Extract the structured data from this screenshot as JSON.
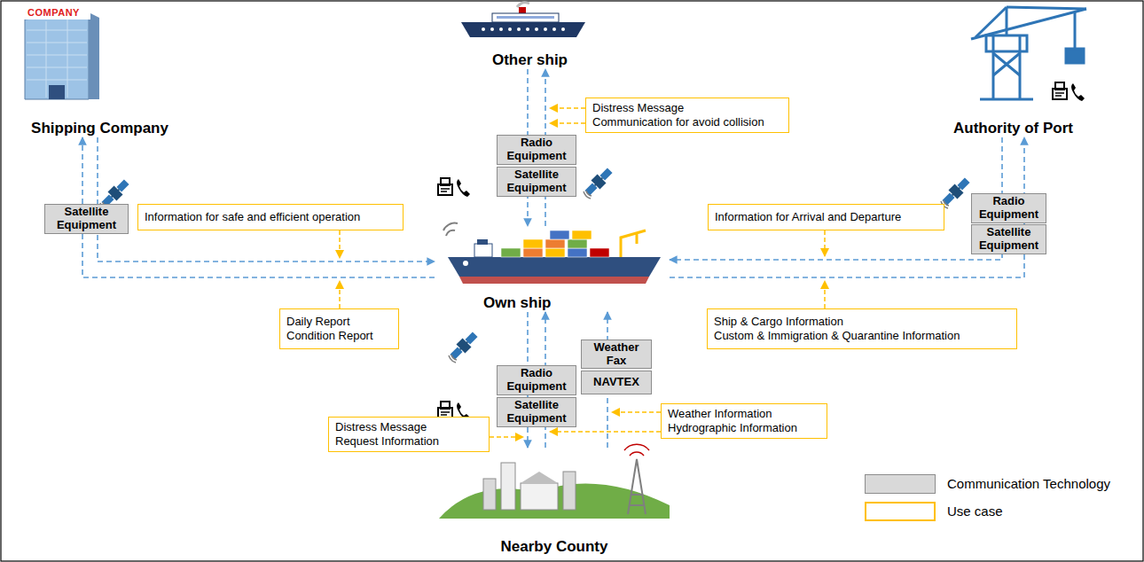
{
  "diagram": {
    "nodes": [
      {
        "text": [
          "Shipping Company"
        ]
      },
      {
        "text": [
          "Other ship"
        ]
      },
      {
        "text": [
          "Authority of Port"
        ]
      },
      {
        "text": [
          "Radio Equipment"
        ]
      },
      {
        "text": [
          "Satellite Equipment"
        ]
      },
      {
        "text": [
          "Distress Message",
          "Communication for avoid collision"
        ]
      },
      {
        "text": [
          "Satellite Equipment"
        ]
      },
      {
        "text": [
          "Information for safe and efficient operation"
        ]
      },
      {
        "text": [
          "Information for Arrival and Departure"
        ]
      },
      {
        "text": [
          "Radio Equipment"
        ]
      },
      {
        "text": [
          "Satellite Equipment"
        ]
      },
      {
        "text": [
          "Own ship"
        ]
      },
      {
        "text": [
          "Daily Report",
          "Condition Report"
        ]
      },
      {
        "text": [
          "Ship & Cargo Information",
          "Custom & Immigration & Quarantine Information"
        ]
      },
      {
        "text": [
          "Weather Fax"
        ]
      },
      {
        "text": [
          "Radio Equipment"
        ]
      },
      {
        "text": [
          "NAVTEX"
        ]
      },
      {
        "text": [
          "Satellite Equipment"
        ]
      },
      {
        "text": [
          "Weather Information",
          "Hydrographic Information"
        ]
      },
      {
        "text": [
          "Distress Message",
          "Request Information"
        ]
      },
      {
        "text": [
          "Nearby County"
        ]
      }
    ],
    "edges": [
      {
        "from": 11,
        "to": 0,
        "arrow": "to"
      },
      {
        "from": 0,
        "to": 11,
        "arrow": "to"
      },
      {
        "from": 1,
        "to": 11,
        "arrow": "to"
      },
      {
        "from": 11,
        "to": 1,
        "arrow": "to"
      },
      {
        "from": 2,
        "to": 11,
        "arrow": "to"
      },
      {
        "from": 11,
        "to": 2,
        "arrow": "to"
      },
      {
        "from": 11,
        "to": 20,
        "arrow": "to"
      },
      {
        "from": 20,
        "to": 11,
        "arrow": "to"
      },
      {
        "from": 20,
        "to": 11,
        "arrow": "to"
      }
    ],
    "labels": [
      "COMPANY"
    ],
    "legend": [
      {
        "text": "Communication Technology",
        "color": "#d9d9d9"
      },
      {
        "text": "Use case",
        "color": "#ffc000"
      }
    ]
  }
}
